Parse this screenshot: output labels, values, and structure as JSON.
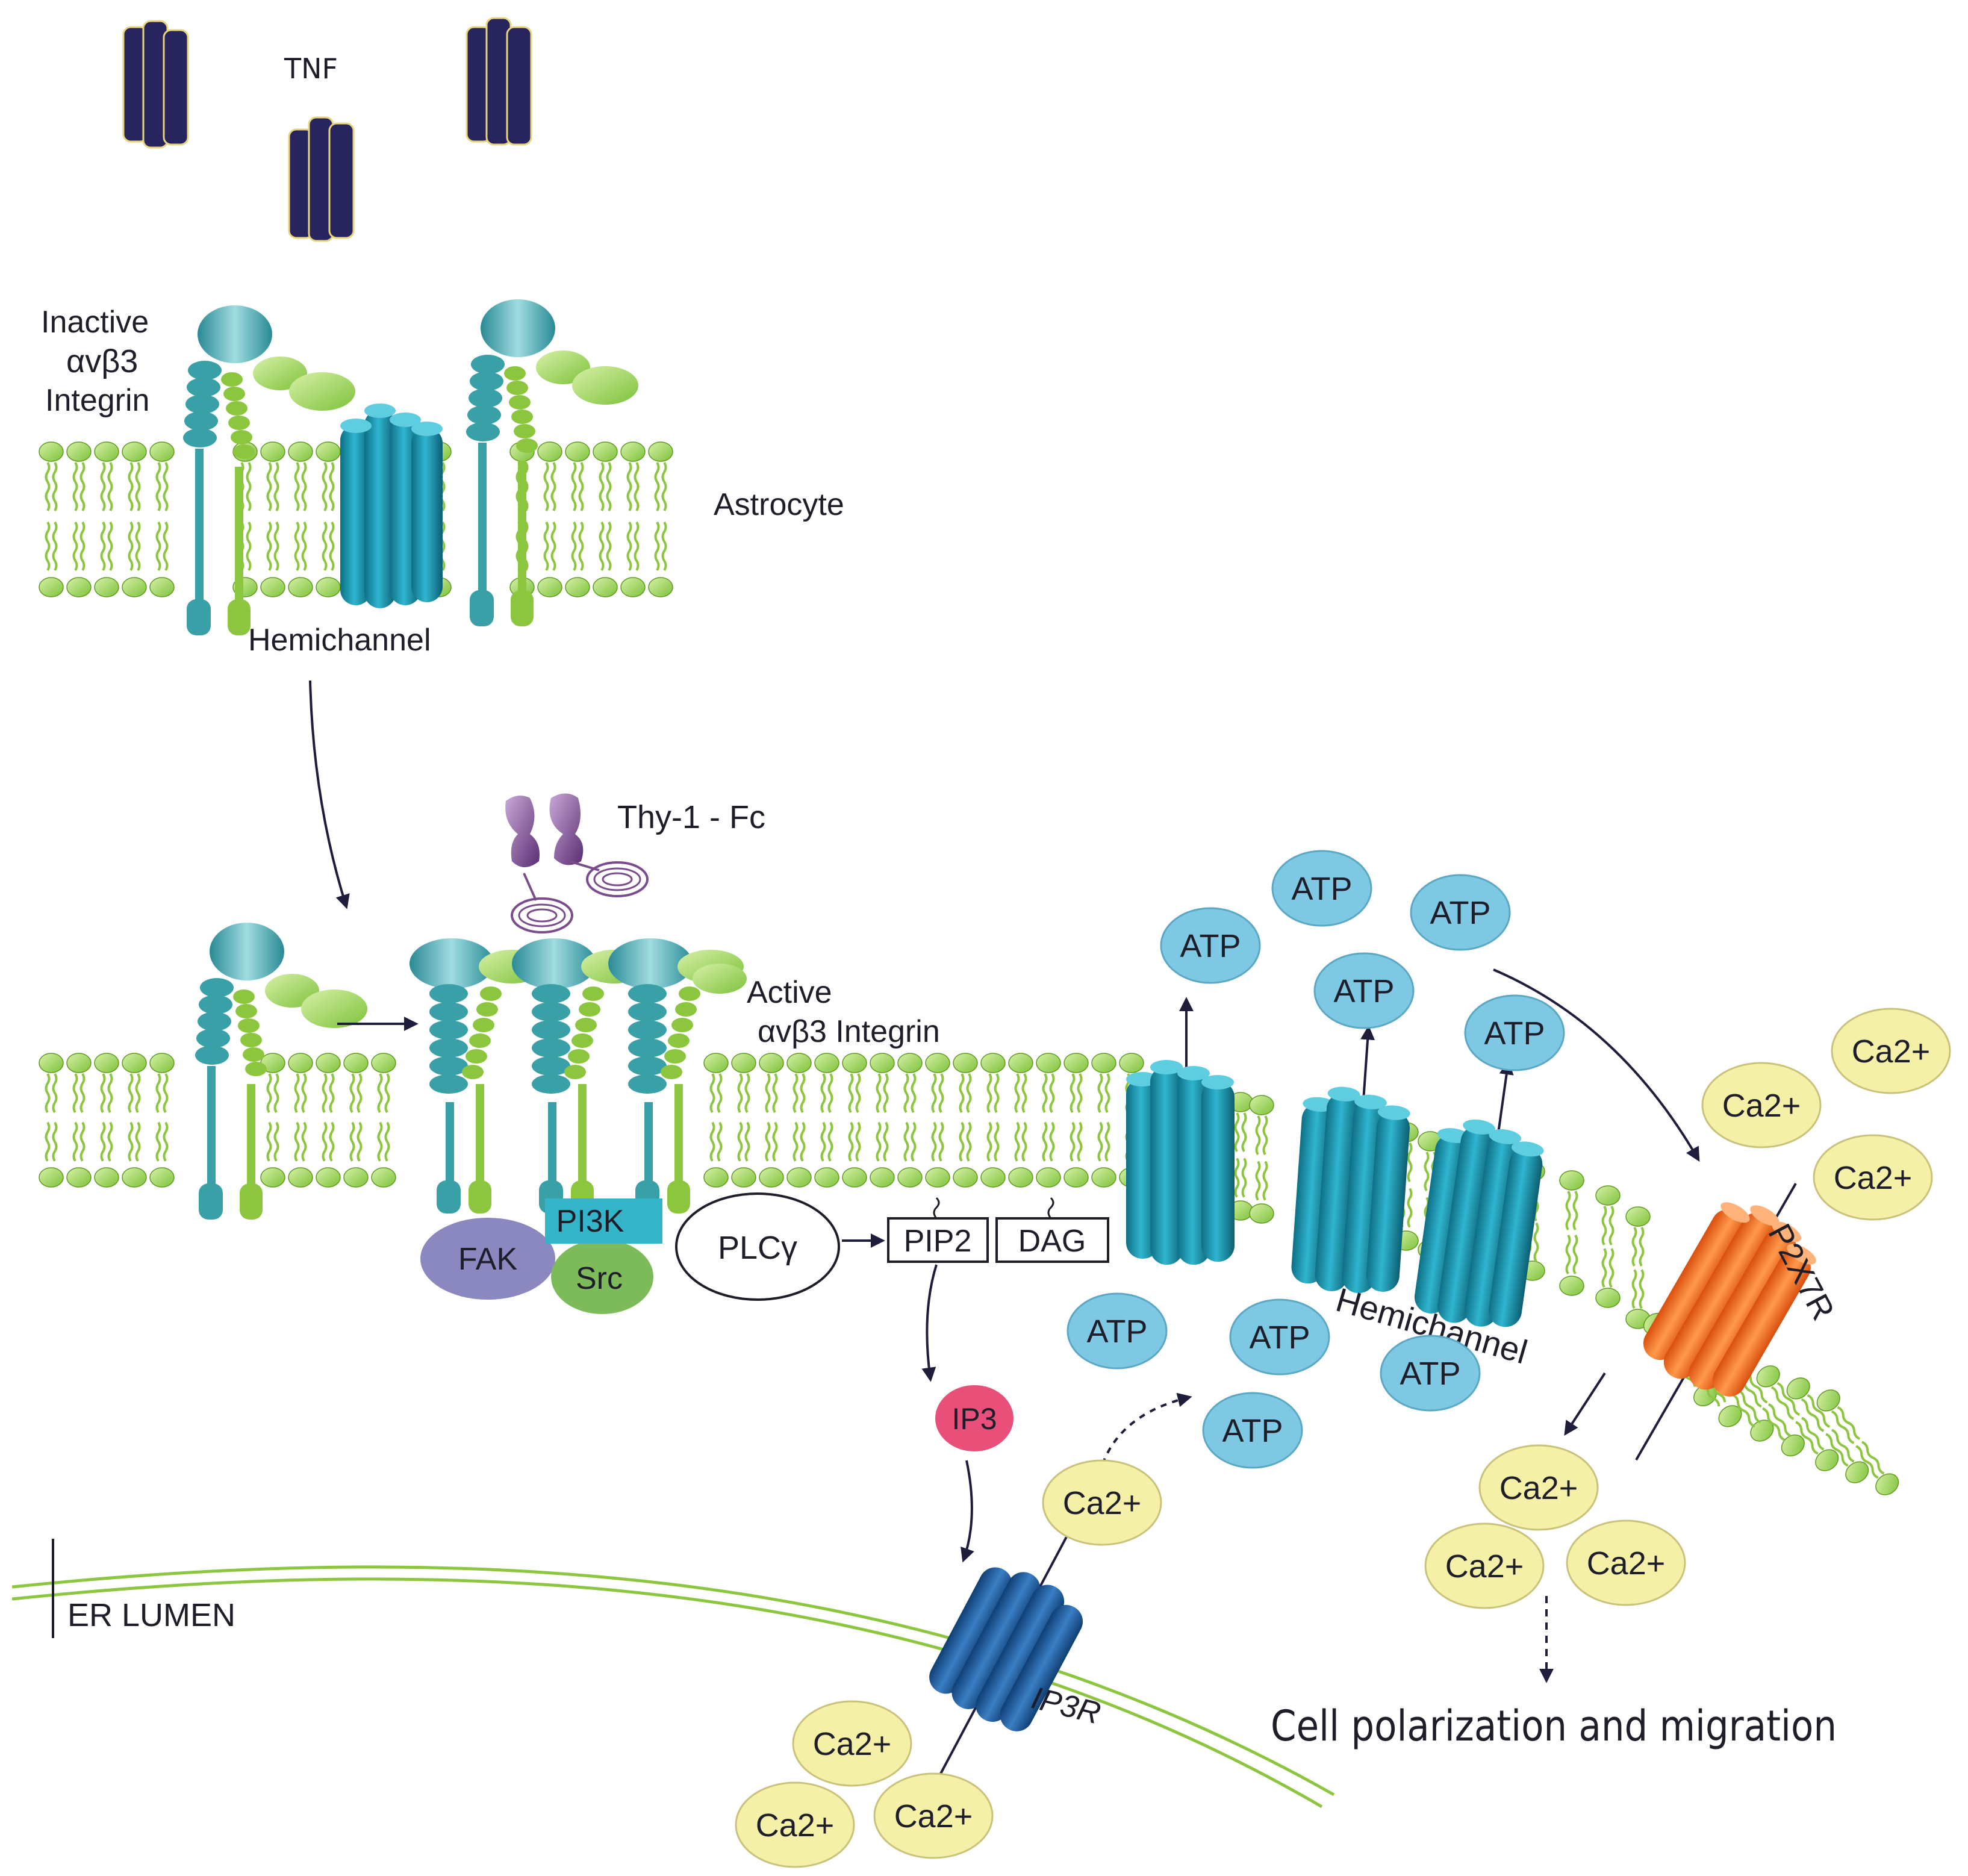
{
  "labels": {
    "tnf": "TNF",
    "inactive_line1": "Inactive",
    "inactive_line2": "αvβ3",
    "inactive_line3": "Integrin",
    "astrocyte": "Astrocyte",
    "hemichannel_top": "Hemichannel",
    "thy1": "Thy-1 - Fc",
    "active_line1": "Active",
    "active_line2": "αvβ3 Integrin",
    "fak": "FAK",
    "pi3k": "PI3K",
    "src": "Src",
    "plc": "PLCγ",
    "pip2": "PIP2",
    "dag": "DAG",
    "ip3": "IP3",
    "ip3r": "IP3R",
    "er_lumen": "ER LUMEN",
    "hemichannel_bottom": "Hemichannel",
    "p2x7r": "P2X7R",
    "outcome": "Cell polarization and migration"
  },
  "molecules": {
    "atp": "ATP",
    "ca": "Ca2+"
  },
  "colors": {
    "lipid": "#8cc63f",
    "lipid_dark": "#5f9a1e",
    "integrin": "#3aa0a8",
    "channel": "#1590a8",
    "tnf": "#27245e",
    "atp": "#7ec8e3",
    "ca": "#f5f0a8",
    "fak": "#8b87bf",
    "src": "#7dbb5a",
    "pi3k": "#33b4c8",
    "ip3": "#e8507a",
    "ip3r": "#1a5a96",
    "p2x7r": "#f06a1e",
    "thy1": "#7a4c8c"
  }
}
